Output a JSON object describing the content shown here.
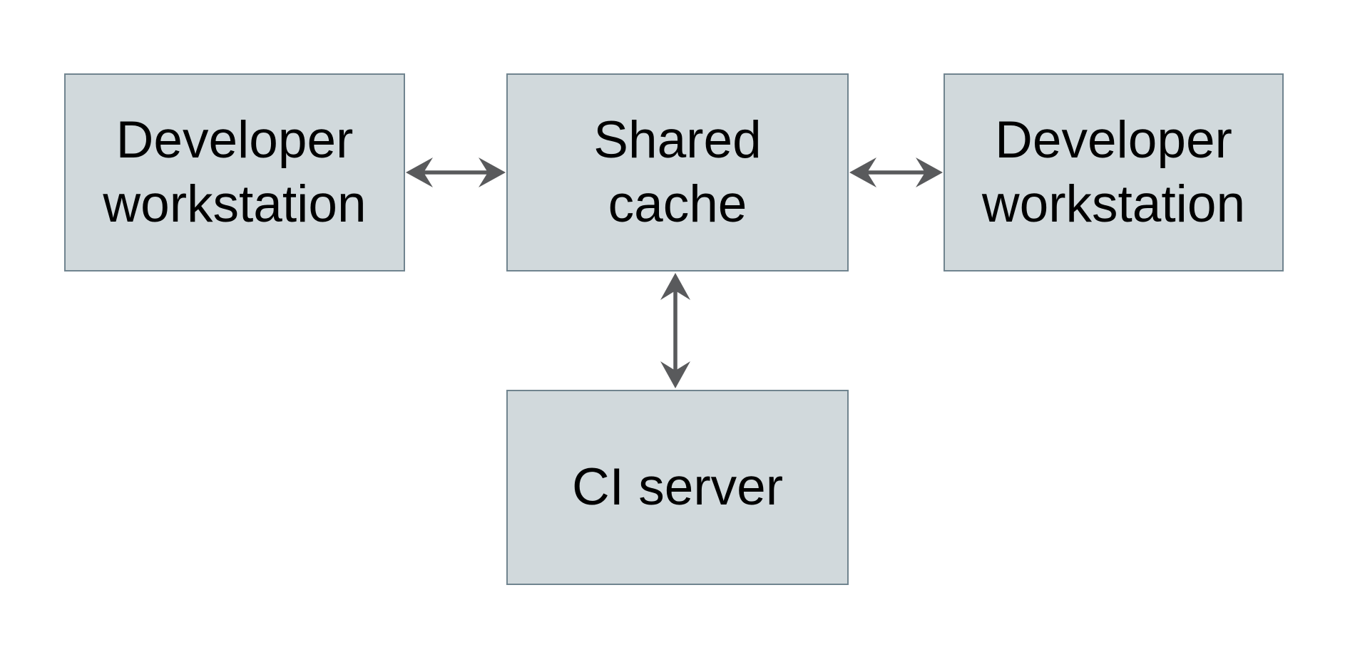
{
  "diagram": {
    "type": "architecture-flowchart",
    "nodes": [
      {
        "id": "dev-workstation-left",
        "label": "Developer\nworkstation"
      },
      {
        "id": "shared-cache",
        "label": "Shared\ncache"
      },
      {
        "id": "dev-workstation-right",
        "label": "Developer\nworkstation"
      },
      {
        "id": "ci-server",
        "label": "CI server"
      }
    ],
    "edges": [
      {
        "from": "dev-workstation-left",
        "to": "shared-cache",
        "direction": "bidirectional",
        "orientation": "horizontal"
      },
      {
        "from": "shared-cache",
        "to": "dev-workstation-right",
        "direction": "bidirectional",
        "orientation": "horizontal"
      },
      {
        "from": "shared-cache",
        "to": "ci-server",
        "direction": "bidirectional",
        "orientation": "vertical"
      }
    ],
    "colors": {
      "background": "#ffffff",
      "node_fill": "#d1d9dc",
      "node_border": "#70848f",
      "arrow": "#595a5c",
      "text": "#000000"
    }
  }
}
